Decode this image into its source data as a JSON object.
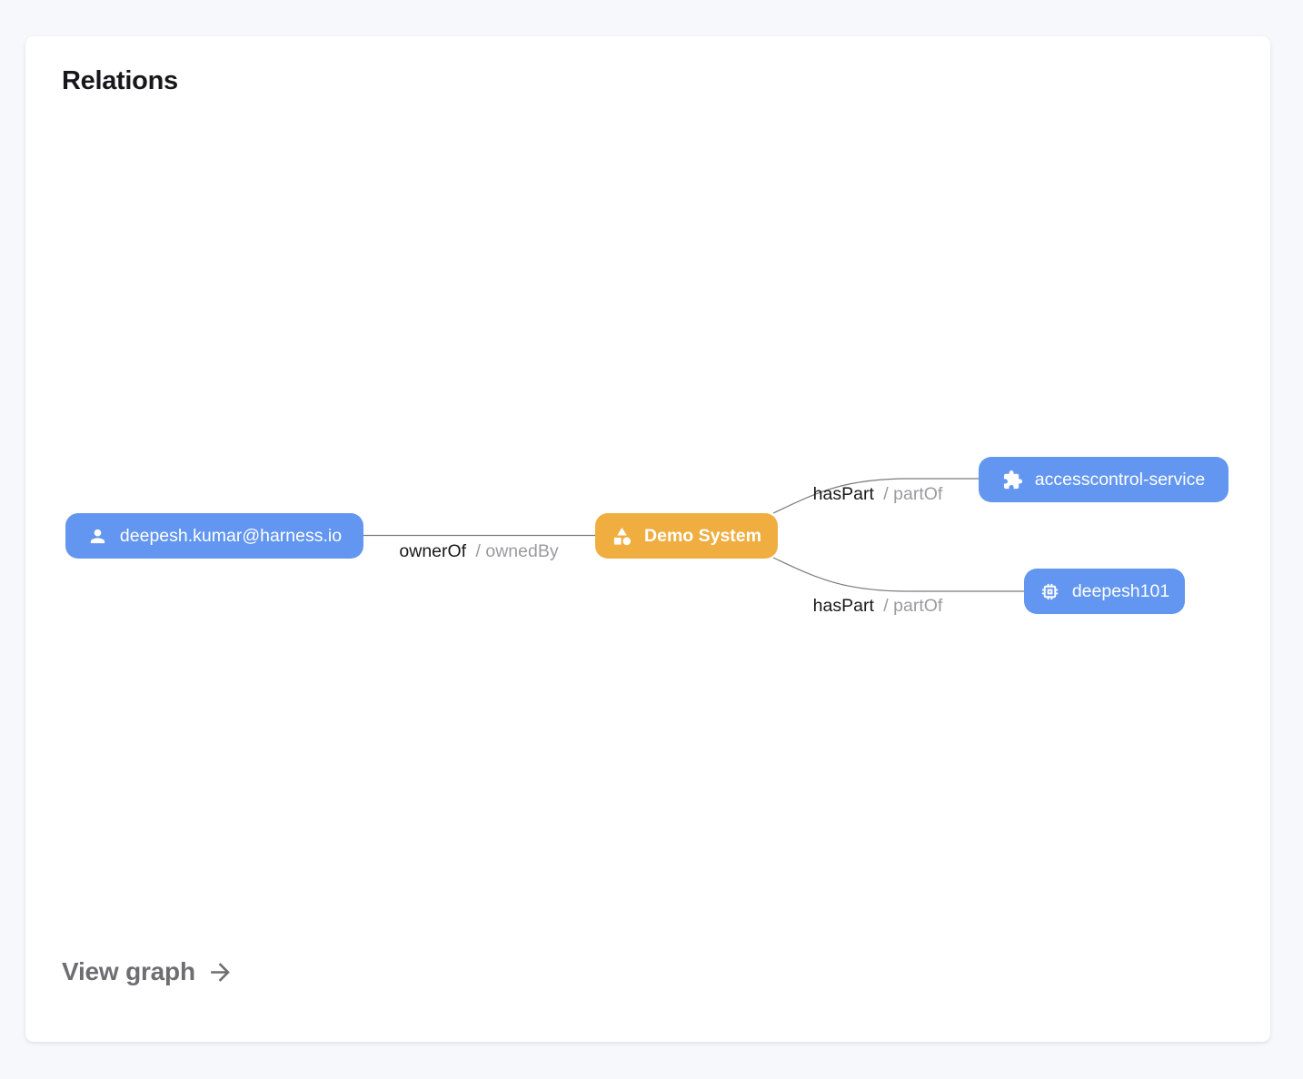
{
  "card": {
    "title": "Relations",
    "view_graph_label": "View graph",
    "view_graph_icon": "arrow-right-icon"
  },
  "colors": {
    "page_bg": "#f6f8fb",
    "card_bg": "#ffffff",
    "node_blue": "#6296f0",
    "node_orange": "#f0ae40",
    "edge": "#7b7b7b",
    "title": "#17171c",
    "label_primary": "#19191c",
    "label_secondary": "#9b9b9f",
    "footer": "#6e6e72"
  },
  "graph": {
    "nodes": [
      {
        "id": "user",
        "label": "deepesh.kumar@harness.io",
        "icon": "person-icon",
        "color": "blue"
      },
      {
        "id": "system",
        "label": "Demo System",
        "icon": "category-icon",
        "color": "orange"
      },
      {
        "id": "service",
        "label": "accesscontrol-service",
        "icon": "extension-icon",
        "color": "blue"
      },
      {
        "id": "component",
        "label": "deepesh101",
        "icon": "memory-icon",
        "color": "blue"
      }
    ],
    "edges": [
      {
        "from": "user",
        "to": "system",
        "label_primary": "ownerOf",
        "label_secondary": "/ ownedBy"
      },
      {
        "from": "system",
        "to": "service",
        "label_primary": "hasPart",
        "label_secondary": "/ partOf"
      },
      {
        "from": "system",
        "to": "component",
        "label_primary": "hasPart",
        "label_secondary": "/ partOf"
      }
    ]
  }
}
